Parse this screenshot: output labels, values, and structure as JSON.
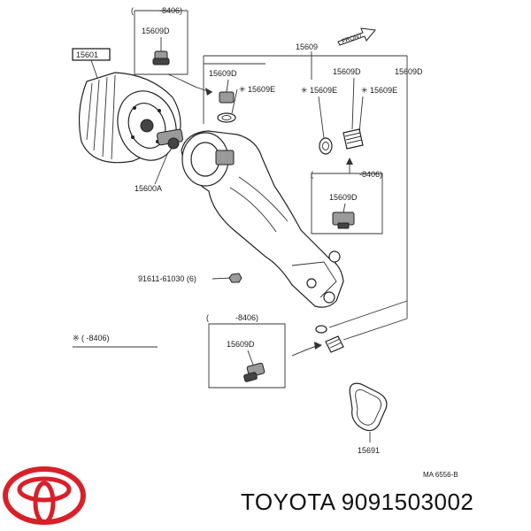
{
  "diagram": {
    "labels": {
      "range_top": "-8406)",
      "range_top_open": "(",
      "p15609d_top": "15609D",
      "p15601": "15601",
      "p15609": "15609",
      "front": "FRONT",
      "p15609d_a": "15609D",
      "p15609d_b": "15609D",
      "p15609d_c": "15609D",
      "p15609e_a": "✳ 15609E",
      "p15609e_b": "✳ 15609E",
      "p15609e_c": "✳ 15609E",
      "p15600a": "15600A",
      "range_mid": "-8406)",
      "range_mid_open": "(",
      "p15609d_mid": "15609D",
      "bolt": "91611-61030 (6)",
      "range_low": "-8406)",
      "range_low_open": "(",
      "p15609d_low": "15609D",
      "note": "※ (      -8406)",
      "p15691": "15691",
      "ref": "MA 6556-B"
    }
  },
  "brand": {
    "text": "TOYOTA 9091503002",
    "logo_color": "#d8202a"
  }
}
